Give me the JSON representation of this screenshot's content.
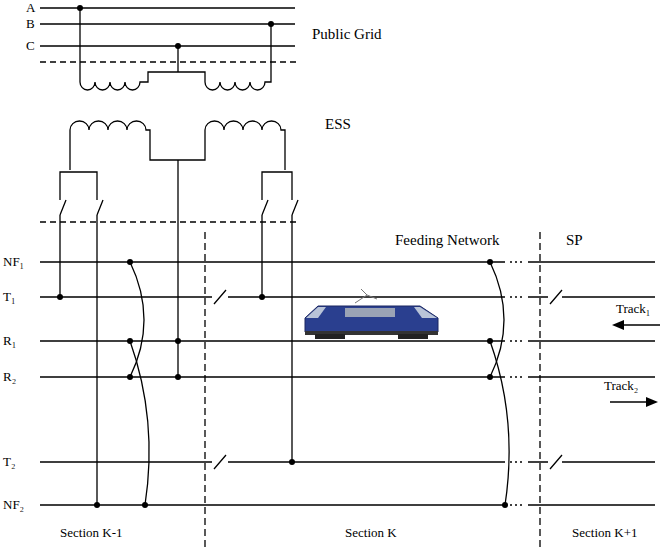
{
  "diagram": {
    "labels": [
      "A",
      "B",
      "C",
      "Public Grid",
      "ESS",
      "Feeding Network",
      "SP",
      "NF₁",
      "T₁",
      "R₁",
      "R₂",
      "T₂",
      "NF₂",
      "Track₁",
      "Track₂",
      "Section K-1",
      "Section K",
      "Section K+1"
    ]
  }
}
